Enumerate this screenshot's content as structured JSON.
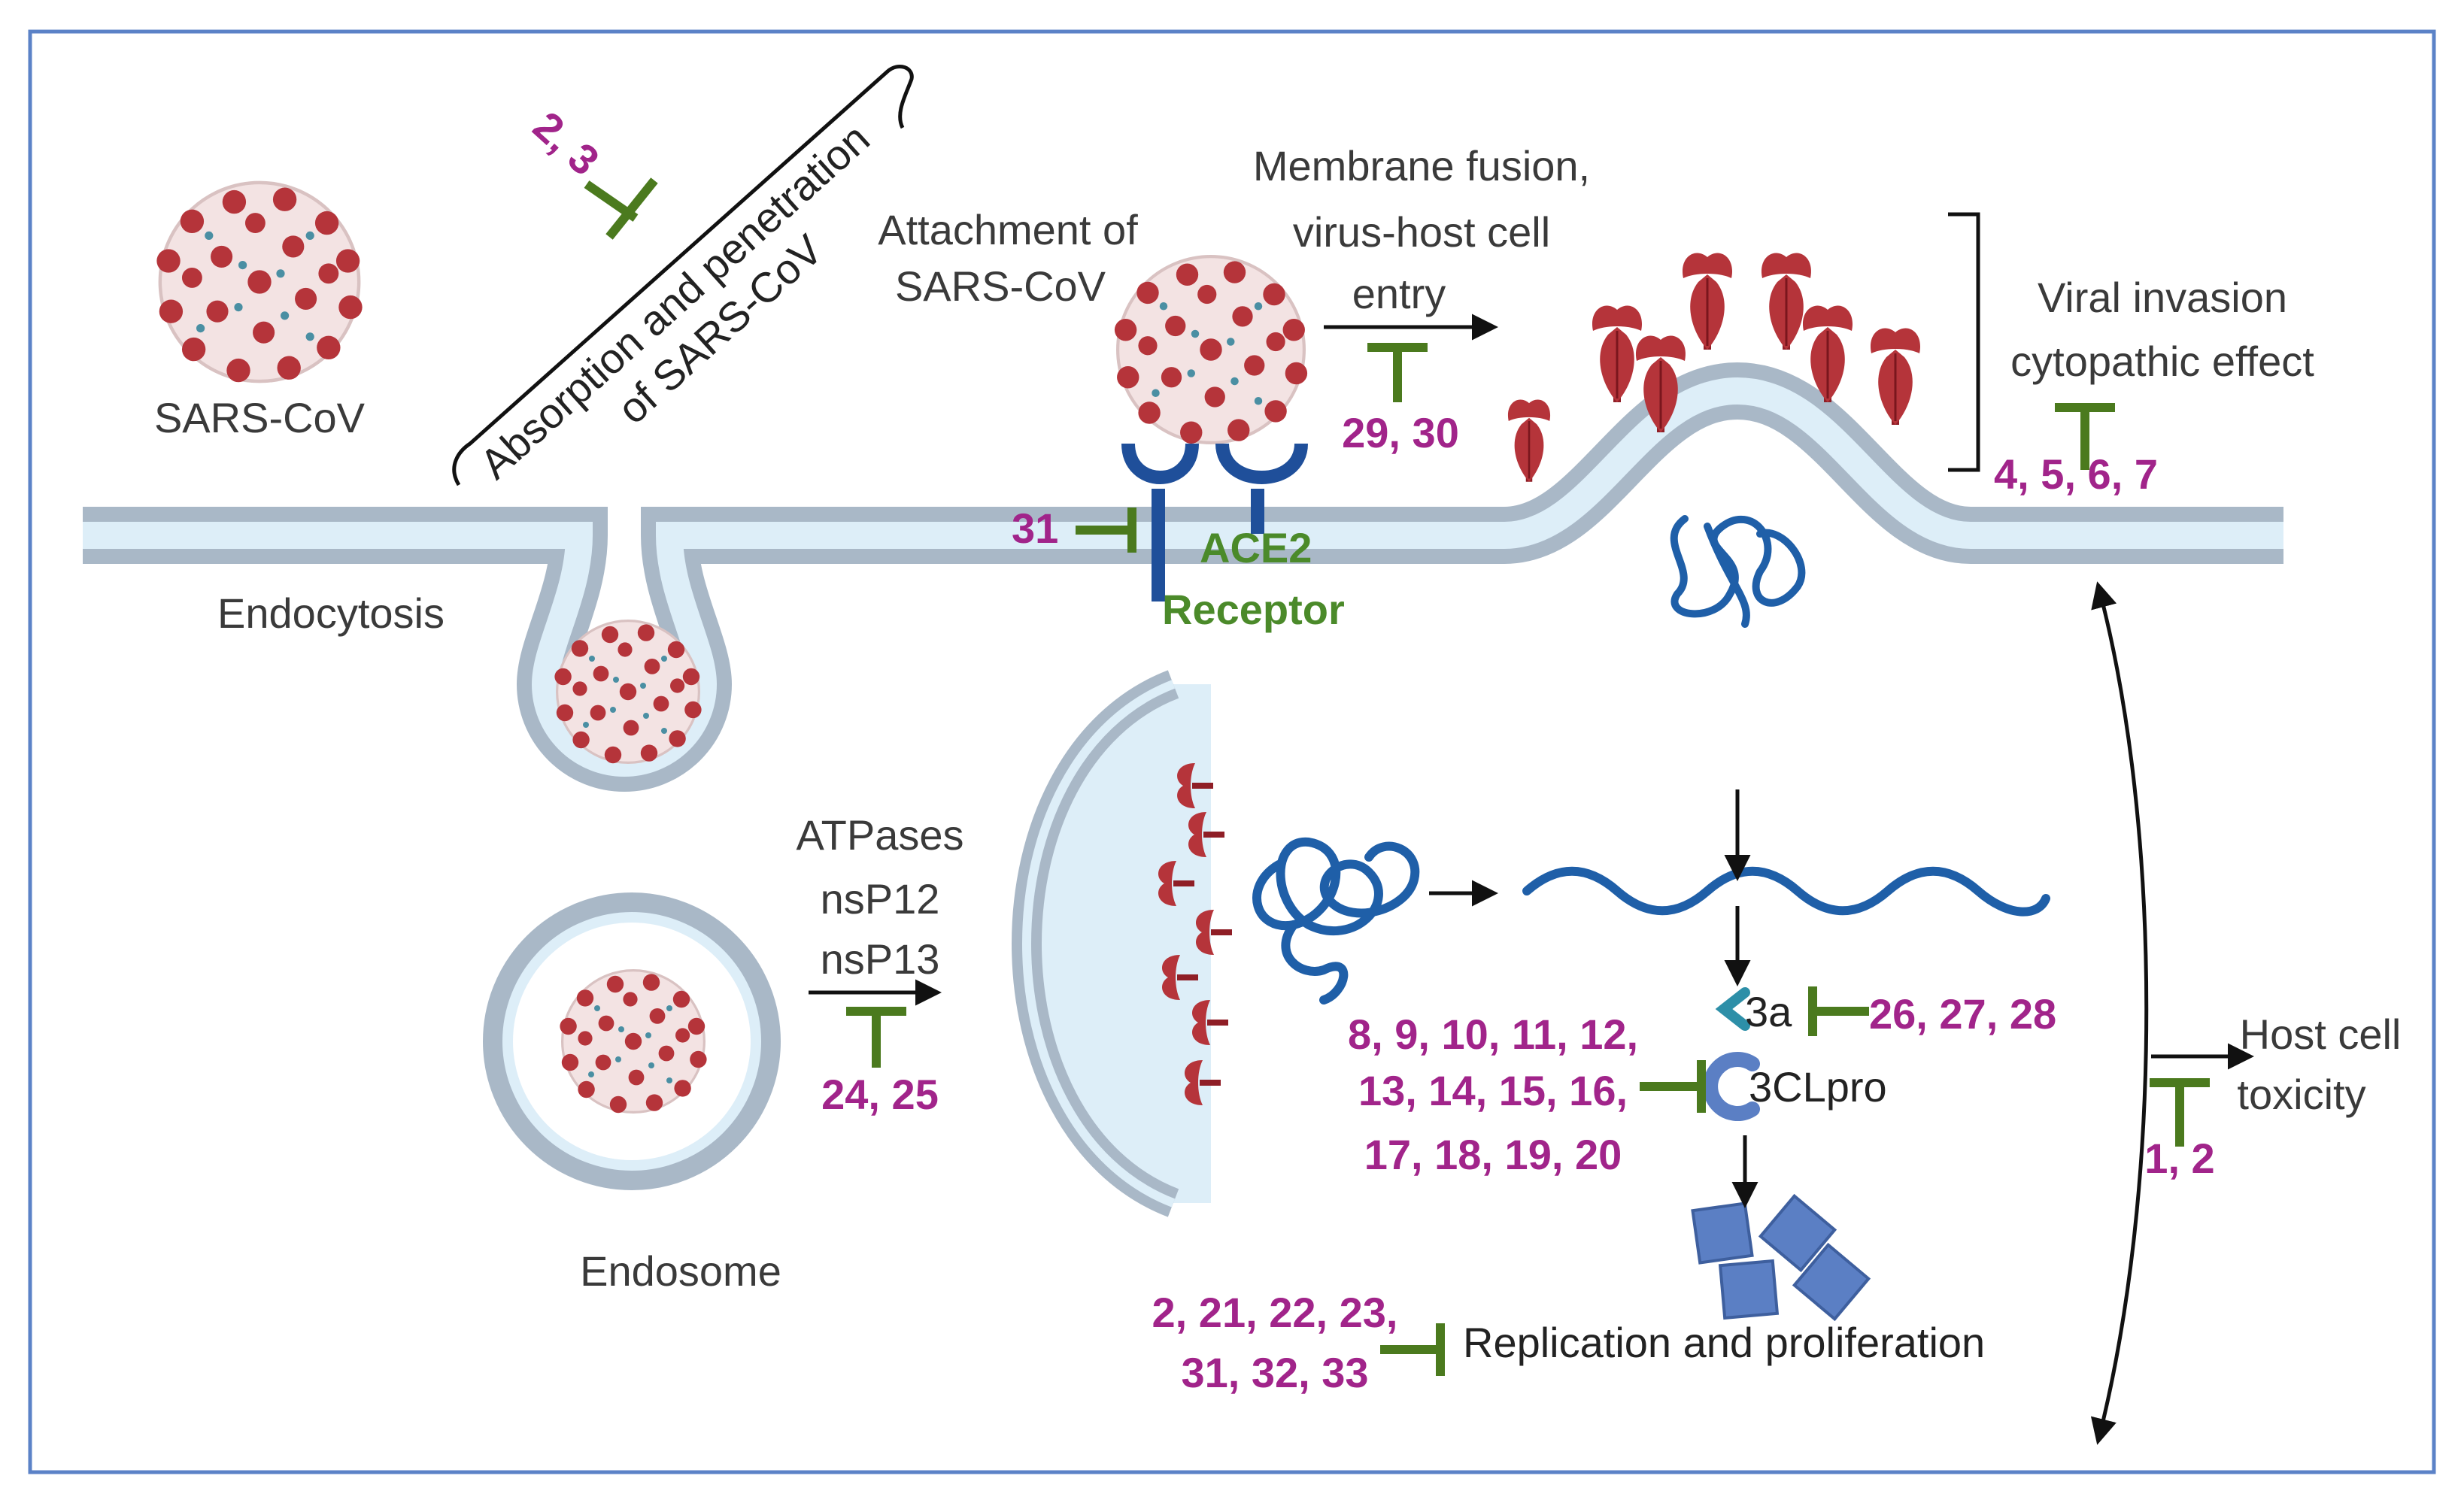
{
  "colors": {
    "frame": "#5b82c7",
    "membrane_outer": "#a9b8c7",
    "membrane_inner": "#ddeef8",
    "virus_red": "#b5343a",
    "rna_blue": "#1f5fa8",
    "inhibitor_green": "#4b7a1e",
    "ref_magenta": "#a1248a",
    "label_green": "#4b8a2a",
    "protein_blue": "#5b7fc4"
  },
  "labels": {
    "sars_cov": "SARS-CoV",
    "absorption_line1": "Absorption and penetration",
    "absorption_line2": "of SARS-CoV",
    "attachment_line1": "Attachment of",
    "attachment_line2": "SARS-CoV",
    "fusion_line1": "Membrane fusion,",
    "fusion_line2": "virus-host cell",
    "fusion_line3": "entry",
    "viral_invasion_line1": "Viral invasion",
    "viral_invasion_line2": "cytopathic effect",
    "endocytosis": "Endocytosis",
    "ace2": "ACE2",
    "receptor": "Receptor",
    "atpases": "ATPases",
    "nsp12": "nsP12",
    "nsp13": "nsP13",
    "endosome": "Endosome",
    "three_a": "3a",
    "three_cl_pro": "3CLpro",
    "host_cell_line1": "Host cell",
    "host_cell_line2": "toxicity",
    "replication": "Replication and proliferation"
  },
  "refs": {
    "absorption": "2, 3",
    "fusion": "29, 30",
    "invasion": "4, 5, 6, 7",
    "ace2": "31",
    "atpases": "24, 25",
    "three_a": "26, 27, 28",
    "protease_line1": "8, 9, 10, 11, 12,",
    "protease_line2": "13, 14, 15, 16,",
    "protease_line3": "17, 18, 19, 20",
    "host": "1, 2",
    "replication_line1": "2, 21, 22, 23,",
    "replication_line2": "31, 32, 33"
  }
}
